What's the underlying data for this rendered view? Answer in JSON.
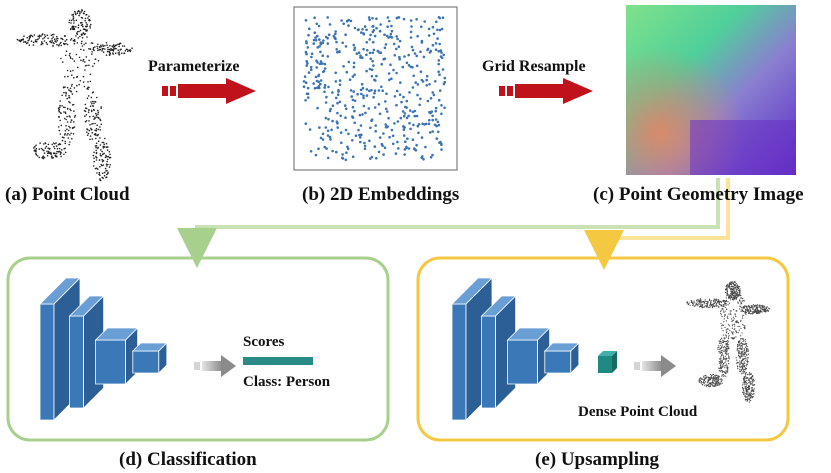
{
  "top_row": {
    "point_cloud_caption": "(a) Point Cloud",
    "parameterize_label": "Parameterize",
    "embeddings_caption": "(b) 2D Embeddings",
    "grid_resample_label": "Grid Resample",
    "geometry_image_caption": "(c) Point Geometry Image"
  },
  "classification": {
    "caption": "(d) Classification",
    "scores_label": "Scores",
    "class_label": "Class: Person"
  },
  "upsampling": {
    "caption": "(e) Upsampling",
    "dense_label": "Dense Point Cloud"
  },
  "colors": {
    "red_arrow": "#c0121a",
    "green_frame": "#a8d08d",
    "yellow_frame": "#f5c842",
    "cnn_blue": "#3a78b8",
    "score_bar": "#2a8a86",
    "embed_dots": "#3b73b3"
  }
}
